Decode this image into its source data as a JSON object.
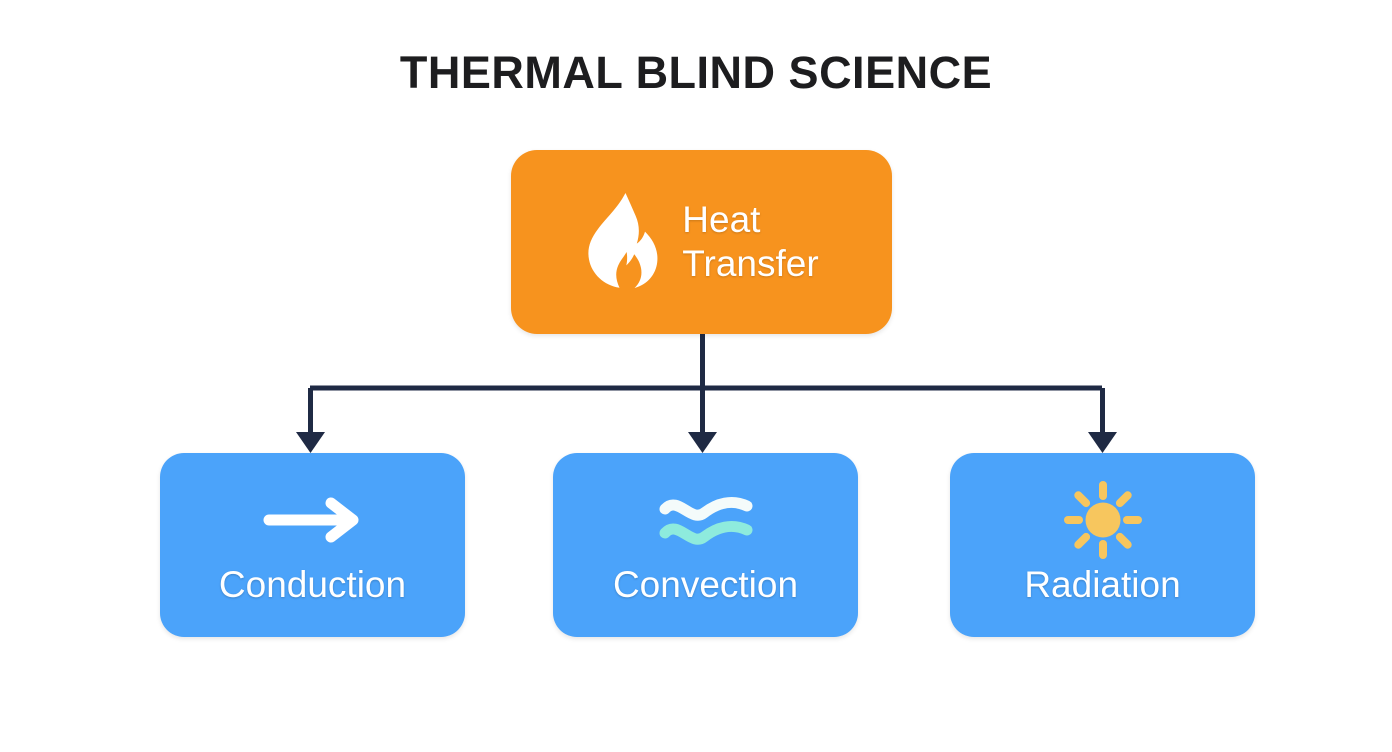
{
  "page": {
    "title": "THERMAL BLIND SCIENCE",
    "background_color": "#ffffff",
    "title_color": "#1d1d1f"
  },
  "diagram": {
    "type": "hierarchy-flowchart",
    "connector_color": "#1f2a44",
    "root": {
      "label_line1": "Heat",
      "label_line2": "Transfer",
      "icon": "flame-icon",
      "icon_color": "#ffffff",
      "background_color": "#f7931e",
      "text_color": "#ffffff"
    },
    "children": [
      {
        "label": "Conduction",
        "icon": "right-arrow-icon",
        "icon_color": "#ffffff",
        "background_color": "#4ba3fa",
        "text_color": "#ffffff"
      },
      {
        "label": "Convection",
        "icon": "waves-icon",
        "icon_color_top": "#f4fbfa",
        "icon_color_bottom": "#8eebdd",
        "background_color": "#4ba3fa",
        "text_color": "#ffffff"
      },
      {
        "label": "Radiation",
        "icon": "sun-icon",
        "icon_color": "#f7c65e",
        "background_color": "#4ba3fa",
        "text_color": "#ffffff"
      }
    ]
  }
}
